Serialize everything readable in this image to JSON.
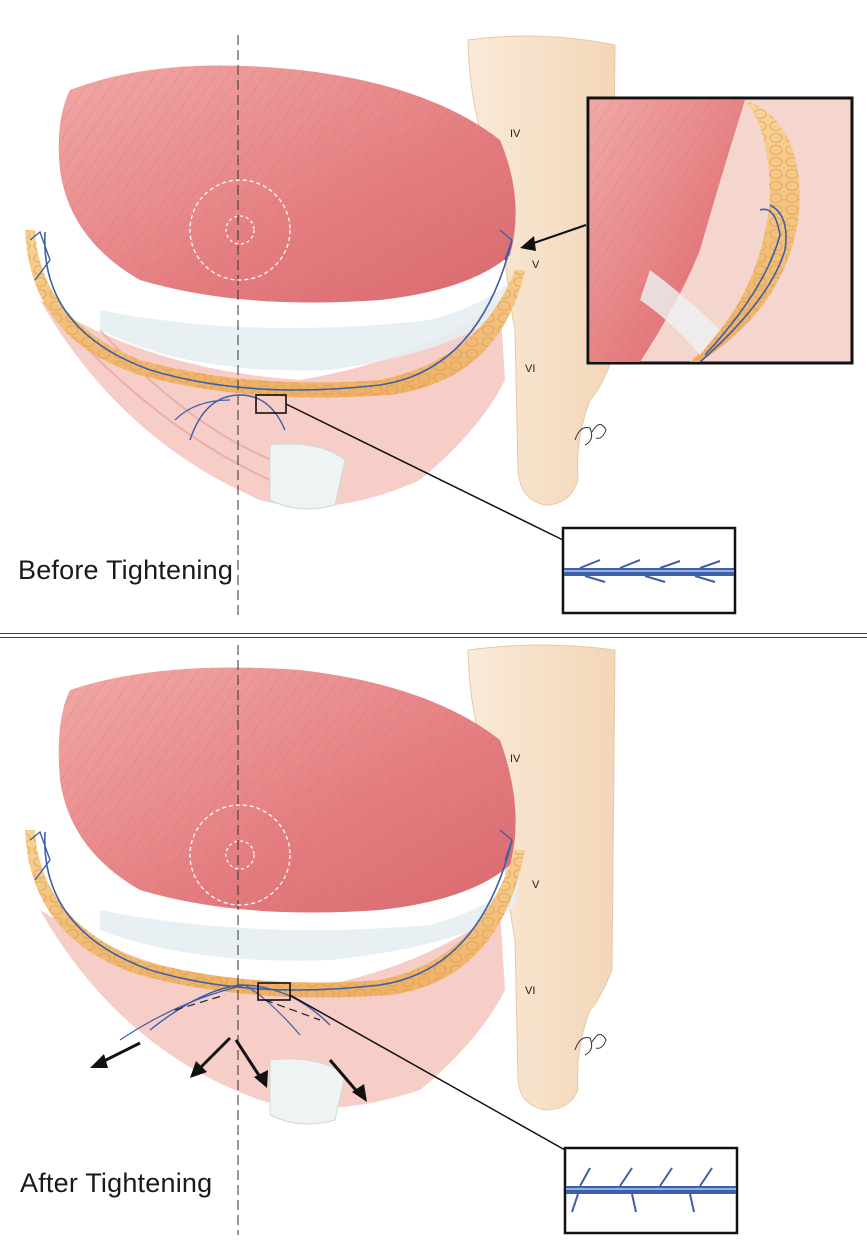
{
  "figure": {
    "panels": [
      {
        "caption": "Before Tightening",
        "levels": [
          "IV",
          "V",
          "VI"
        ],
        "detail_insets": [
          "zoom-cross-section",
          "suture-barbs-flat"
        ]
      },
      {
        "caption": "After Tightening",
        "levels": [
          "IV",
          "V",
          "VI"
        ],
        "detail_insets": [
          "suture-barbs-engaged"
        ]
      }
    ]
  },
  "colors": {
    "muscle": "#e8878a",
    "muscle_light": "#f3b8b4",
    "fat": "#f5c27a",
    "fascia": "#e9eff2",
    "skin": "#f7e3cc",
    "suture": "#3f5fa8",
    "suture_highlight": "#8fb0e0",
    "frame": "#111111"
  }
}
